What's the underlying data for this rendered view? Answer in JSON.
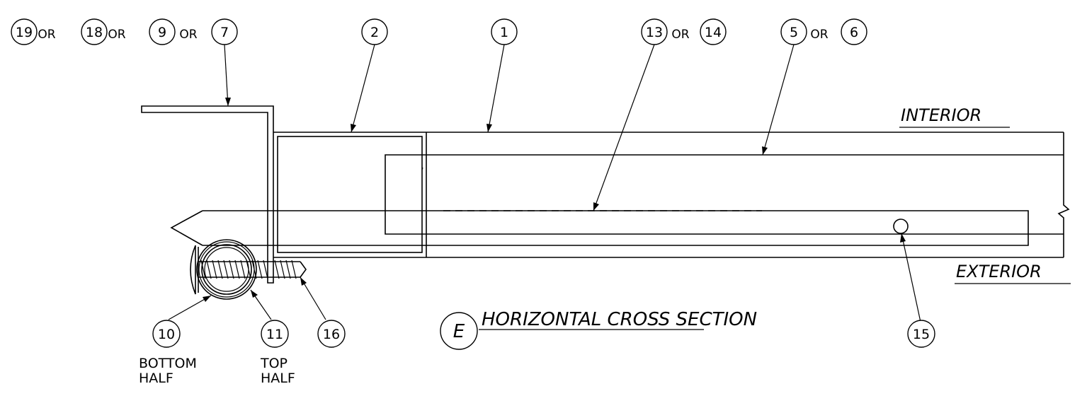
{
  "callouts": {
    "c19": "19",
    "c18": "18",
    "c9": "9",
    "c7": "7",
    "c2": "2",
    "c1": "1",
    "c13": "13",
    "c14": "14",
    "c5": "5",
    "c6": "6",
    "c10": "10",
    "c11": "11",
    "c16": "16",
    "c15": "15"
  },
  "or_label": "OR",
  "labels": {
    "interior": "INTERIOR",
    "exterior": "EXTERIOR"
  },
  "title": {
    "marker": "E",
    "text": "HORIZONTAL CROSS SECTION"
  },
  "notes": {
    "bottom_half_line1": "BOTTOM",
    "bottom_half_line2": "HALF",
    "top_half_line1": "TOP",
    "top_half_line2": "HALF"
  },
  "colors": {
    "ink": "#000000",
    "paper": "#ffffff"
  }
}
